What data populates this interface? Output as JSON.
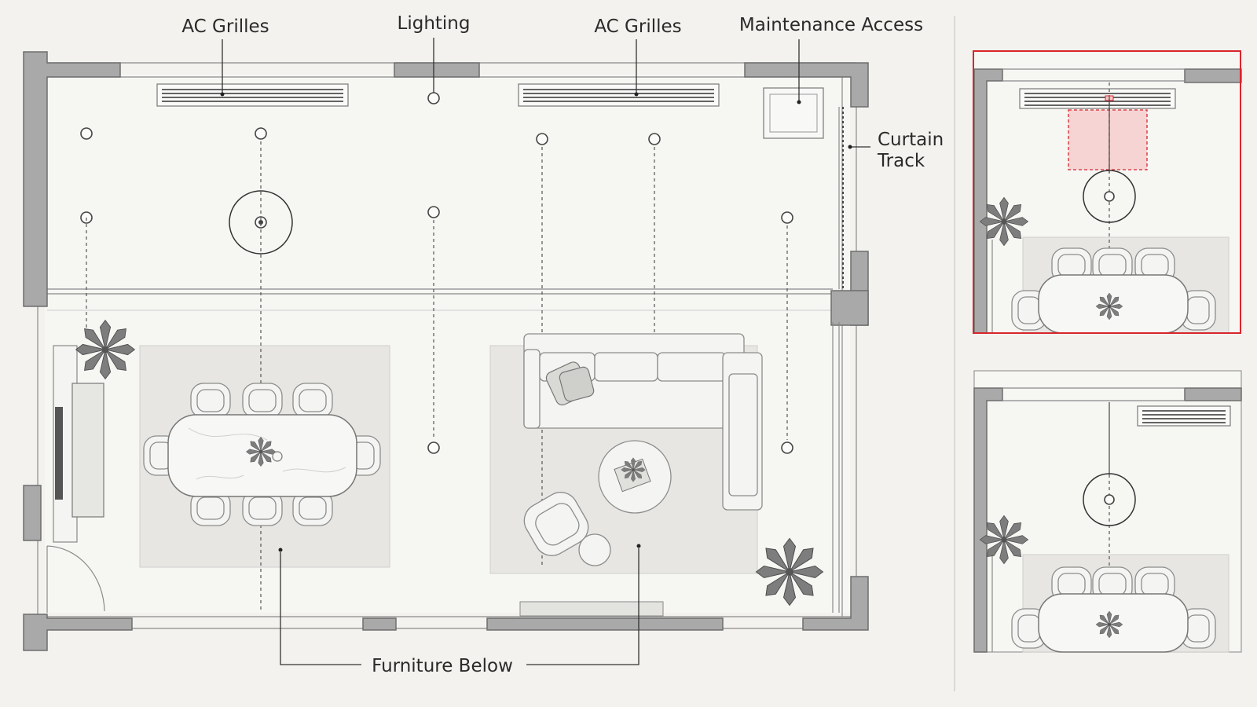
{
  "labels": {
    "ac_grilles_left": "AC Grilles",
    "lighting": "Lighting",
    "ac_grilles_right": "AC Grilles",
    "maintenance_access": "Maintenance Access",
    "curtain_track_line1": "Curtain",
    "curtain_track_line2": "Track",
    "furniture_below": "Furniture Below"
  },
  "colors": {
    "highlight": "#d8252c",
    "highlight_fill": "#f6c6c6",
    "wall": "#a9a9a9",
    "background": "#f3f2ee"
  },
  "views": {
    "main": "reflected-ceiling-plan",
    "detail_top": "highlighted-conflict-detail",
    "detail_bottom": "resolved-detail"
  }
}
